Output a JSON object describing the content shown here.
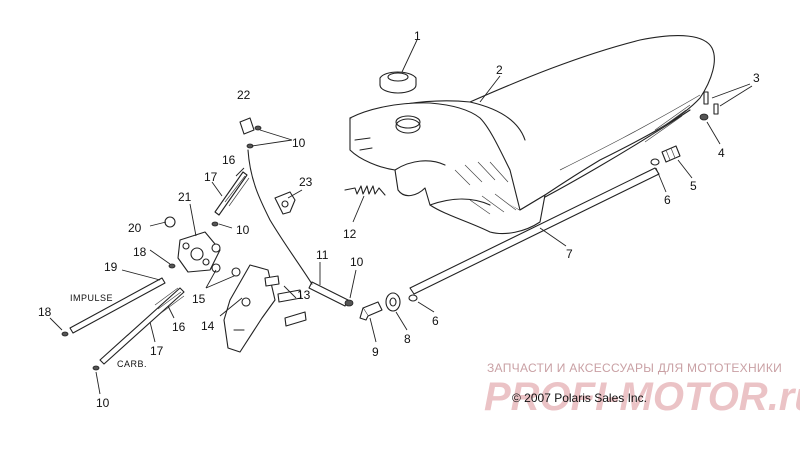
{
  "callouts": {
    "c1": "1",
    "c2": "2",
    "c3": "3",
    "c4": "4",
    "c5": "5",
    "c6a": "6",
    "c6b": "6",
    "c7": "7",
    "c8": "8",
    "c9": "9",
    "c10a": "10",
    "c10b": "10",
    "c10c": "10",
    "c10d": "10",
    "c11": "11",
    "c12": "12",
    "c13": "13",
    "c14": "14",
    "c15": "15",
    "c16a": "16",
    "c16b": "16",
    "c17a": "17",
    "c17b": "17",
    "c18a": "18",
    "c18b": "18",
    "c19": "19",
    "c20": "20",
    "c21": "21",
    "c22": "22",
    "c23": "23"
  },
  "tags": {
    "impulse": "IMPULSE",
    "carb": "CARB."
  },
  "watermark": {
    "top_text": "ЗАПЧАСТИ И АКСЕССУАРЫ ДЛЯ МОТОТЕХНИКИ",
    "logo_text": "PROFI-MOTOR.ru"
  },
  "copyright": "© 2007 Polaris Sales Inc."
}
